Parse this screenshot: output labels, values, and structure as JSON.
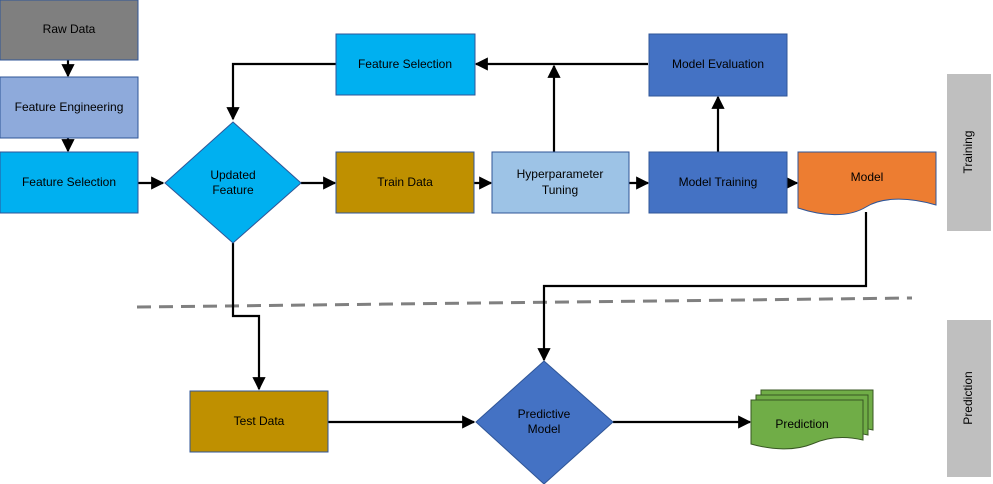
{
  "lanes": {
    "training": "Training",
    "prediction": "Prediction"
  },
  "nodes": {
    "raw_data": {
      "label": "Raw Data",
      "color": "#7f7f7f"
    },
    "feature_engineering": {
      "label": "Feature Engineering",
      "color": "#8eaadb"
    },
    "feature_selection_left": {
      "label": "Feature Selection",
      "color": "#00b0f0"
    },
    "updated_feature": {
      "label": [
        "Updated",
        "Feature"
      ],
      "color": "#00b0f0"
    },
    "feature_selection_top": {
      "label": "Feature Selection",
      "color": "#00b0f0"
    },
    "model_evaluation": {
      "label": "Model Evaluation",
      "color": "#4472c4"
    },
    "train_data": {
      "label": "Train Data",
      "color": "#bf9000"
    },
    "hyperparameter_tuning": {
      "label": [
        "Hyperparameter",
        "Tuning"
      ],
      "color": "#9dc3e6"
    },
    "model_training": {
      "label": "Model Training",
      "color": "#4472c4"
    },
    "model": {
      "label": "Model",
      "color": "#ed7d31"
    },
    "test_data": {
      "label": "Test Data",
      "color": "#bf9000"
    },
    "predictive_model": {
      "label": [
        "Predictive",
        "Model"
      ],
      "color": "#4472c4"
    },
    "prediction": {
      "label": "Prediction",
      "color": "#70ad47"
    }
  },
  "colors": {
    "lane_background": "#bfbfbf",
    "divider": "#808080",
    "box_stroke": "#2f5597",
    "connector": "#000000"
  }
}
